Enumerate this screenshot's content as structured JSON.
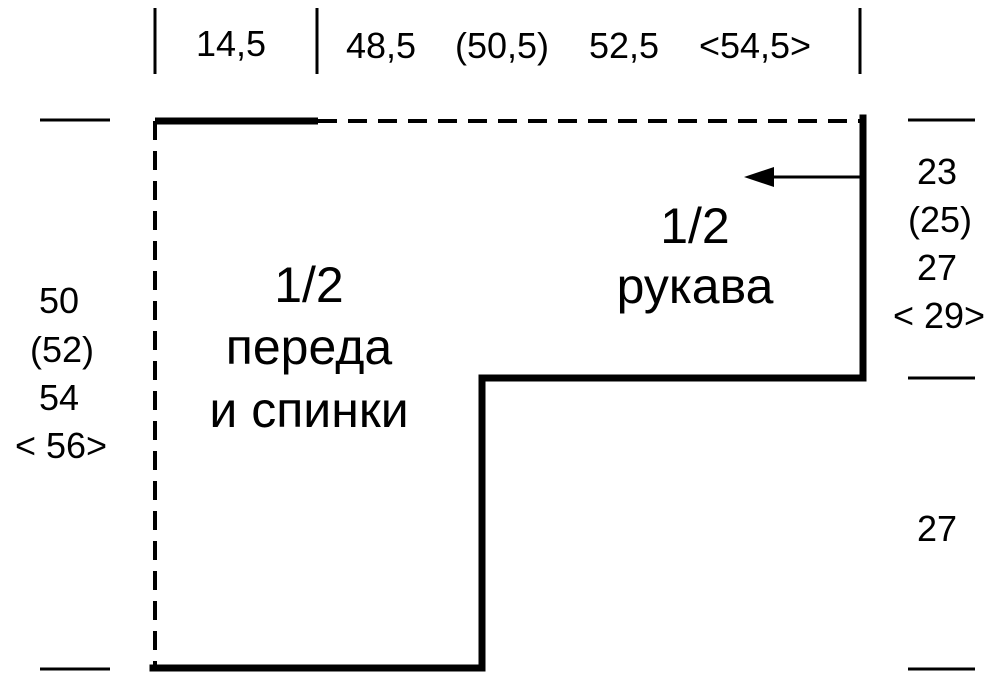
{
  "top_dimensions": {
    "shoulder": "14,5",
    "size_1": "48,5",
    "size_2": "(50,5)",
    "size_3": "52,5",
    "size_4": "<54,5>"
  },
  "left_dimensions": [
    "50",
    "(52)",
    "54",
    "< 56>"
  ],
  "right_upper_dimensions": [
    "23",
    "(25)",
    "27",
    "< 29>"
  ],
  "right_lower_dimension": "27",
  "body_piece": {
    "fraction": "1/2",
    "name_line_1": "переда",
    "name_line_2": "и спинки"
  },
  "sleeve_piece": {
    "fraction": "1/2",
    "name": "рукава"
  }
}
